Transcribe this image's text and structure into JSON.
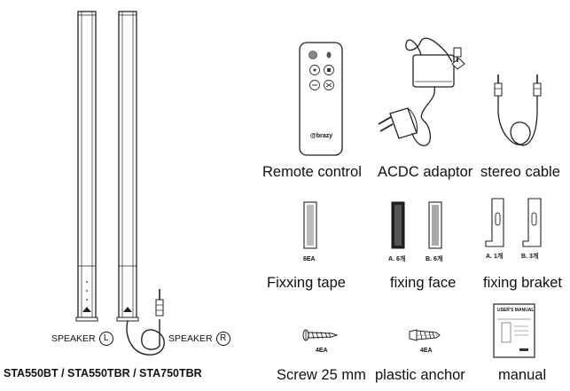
{
  "speakers": {
    "left_label": "SPEAKER",
    "left_mark": "L",
    "right_label": "SPEAKER",
    "right_mark": "R",
    "models": "STA550BT / STA550TBR / STA750TBR"
  },
  "items": [
    {
      "key": "remote",
      "caption": "Remote  control"
    },
    {
      "key": "adaptor",
      "caption": "ACDC adaptor"
    },
    {
      "key": "stereo",
      "caption": "stereo cable"
    },
    {
      "key": "tape",
      "caption": "Fixxing tape",
      "qty": "6EA"
    },
    {
      "key": "face",
      "caption": "fixing face",
      "qty_a": "A. 6개",
      "qty_b": "B. 6개"
    },
    {
      "key": "bracket",
      "caption": "fixing braket",
      "qty_a": "A. 1개",
      "qty_b": "B. 3개"
    },
    {
      "key": "screw",
      "caption": "Screw 25 mm",
      "qty": "4EA"
    },
    {
      "key": "anchor",
      "caption": "plastic anchor",
      "qty": "4EA"
    },
    {
      "key": "manual",
      "caption": "manual"
    }
  ],
  "remote_brand": "@brazy",
  "manual_title": "USER'S MANUAL"
}
